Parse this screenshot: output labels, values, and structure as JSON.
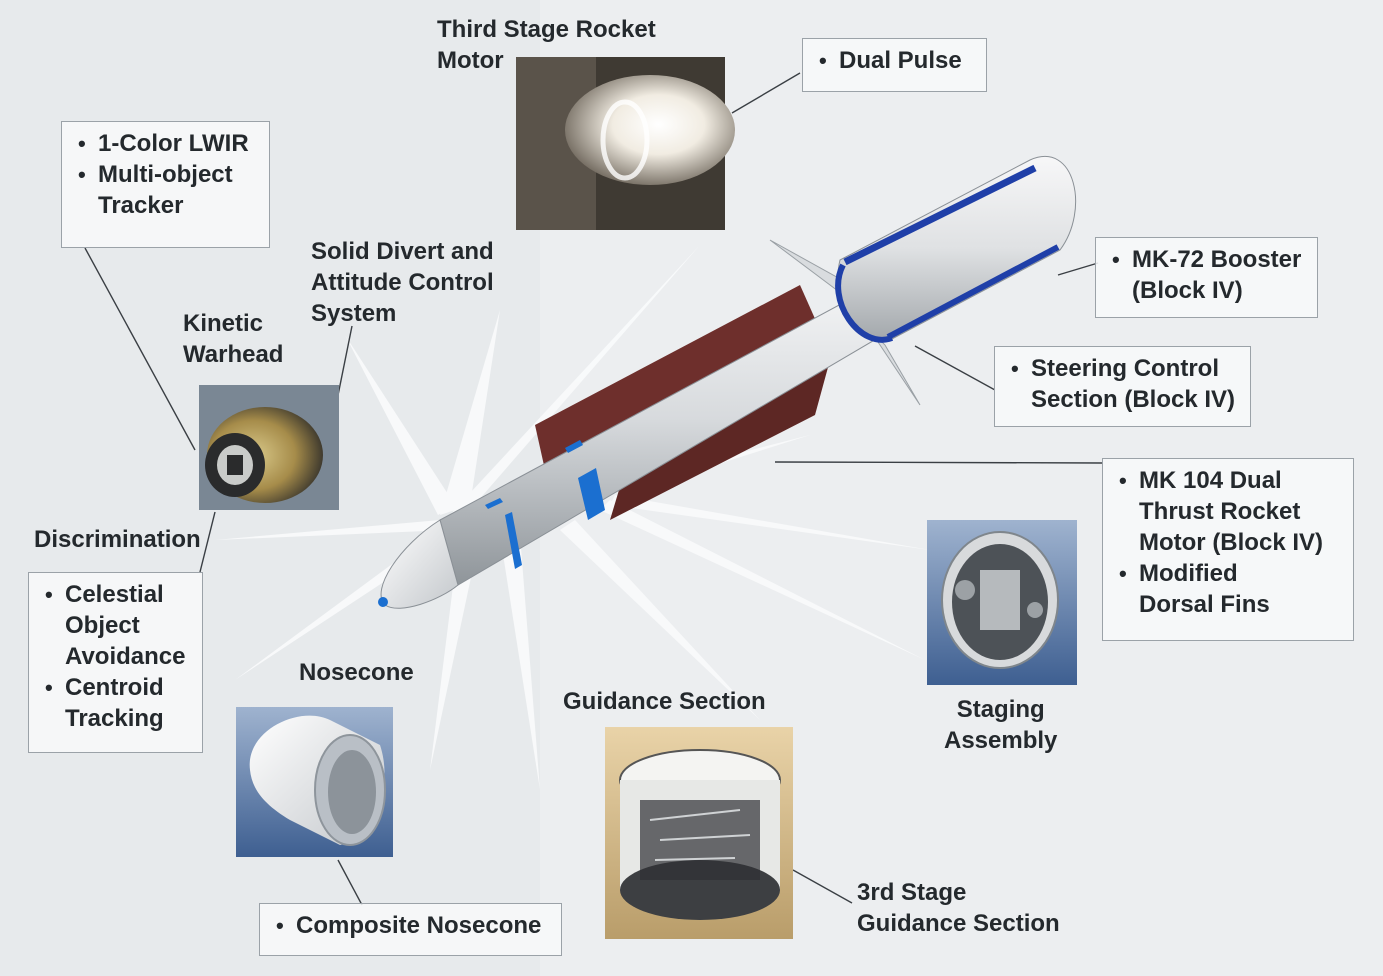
{
  "labels": {
    "third_stage_line1": "Third Stage Rocket",
    "third_stage_line2": "Motor",
    "kinetic_line1": "Kinetic",
    "kinetic_line2": "Warhead",
    "sdacs_line1": "Solid Divert and",
    "sdacs_line2": "Attitude Control",
    "sdacs_line3": "System",
    "discrimination": "Discrimination",
    "nosecone": "Nosecone",
    "guidance": "Guidance Section",
    "staging_line1": "Staging",
    "staging_line2": "Assembly",
    "third_guidance_line1": "3rd Stage",
    "third_guidance_line2": "Guidance Section"
  },
  "boxes": {
    "dual_pulse": [
      "Dual Pulse"
    ],
    "sensor": [
      "1-Color LWIR",
      "Multi-object\nTracker"
    ],
    "booster": [
      "MK-72 Booster\n(Block IV)"
    ],
    "steering": [
      "Steering Control\nSection (Block IV)"
    ],
    "motor": [
      "MK 104 Dual\nThrust Rocket\nMotor (Block IV)",
      "Modified\nDorsal Fins"
    ],
    "discrimination": [
      "Celestial\nObject\nAvoidance",
      "Centroid\nTracking"
    ],
    "composite": [
      "Composite Nosecone"
    ]
  },
  "colors": {
    "band_blue": "#1b6fd0",
    "fin_maroon": "#6e2f2c",
    "booster_blue": "#1f3fa8"
  }
}
